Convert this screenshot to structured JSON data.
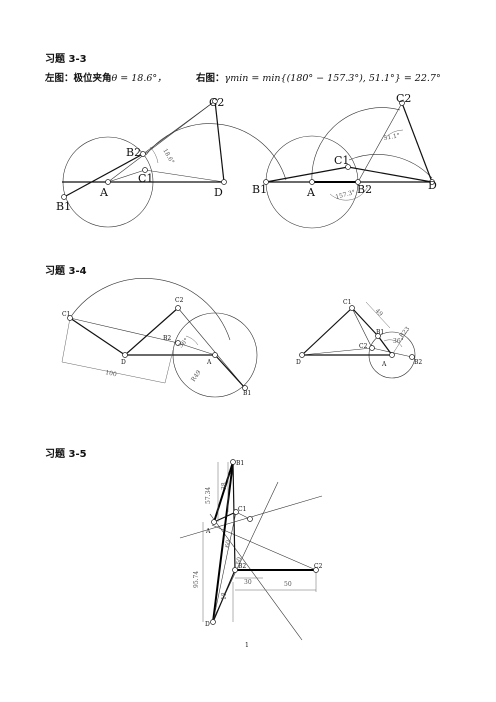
{
  "sections": {
    "s33": {
      "title": "习题 3-3"
    },
    "s34": {
      "title": "习题 3-4"
    },
    "s35": {
      "title": "习题 3-5"
    }
  },
  "s33_captions": {
    "left_prefix": "左图：极位夹角",
    "left_formula": "θ = 18.6°，",
    "right_prefix": "右图：",
    "right_formula": "γmin = min{(180° − 157.3°),  51.1°} = 22.7°"
  },
  "fig33_left": {
    "labels": {
      "C2": "C2",
      "B2": "B2",
      "C1": "C1",
      "A": "A",
      "D": "D",
      "B1": "B1"
    },
    "angle": "18.6°"
  },
  "fig33_right": {
    "labels": {
      "C2": "C2",
      "C1": "C1",
      "B1": "B1",
      "A": "A",
      "B2": "B2",
      "D": "D"
    },
    "angle_top": "51.1°",
    "angle_bottom": "157.3°"
  },
  "fig34_left": {
    "labels": {
      "C1": "C1",
      "C2": "C2",
      "B2": "B2",
      "D": "D",
      "A": "A",
      "B1": "B1"
    },
    "dim_length": "100",
    "dim_radius": "R49",
    "angle": "36°"
  },
  "fig34_right": {
    "labels": {
      "C1": "C1",
      "B1": "B1",
      "C2": "C2",
      "D": "D",
      "A": "A",
      "B2": "B2"
    },
    "dim_top": "49",
    "dim_radius": "R23",
    "angle": "36°"
  },
  "fig35": {
    "labels": {
      "B1": "B1",
      "C1": "C1",
      "A": "A",
      "B2": "B2",
      "C2": "C2",
      "D": "D"
    },
    "dims": {
      "d1": "57.34",
      "d2": "38",
      "d3": "60",
      "d4": "95.74",
      "d5": "50",
      "d6": "30",
      "d7": "50",
      "d8": "18"
    }
  },
  "page": {
    "number": "1"
  }
}
